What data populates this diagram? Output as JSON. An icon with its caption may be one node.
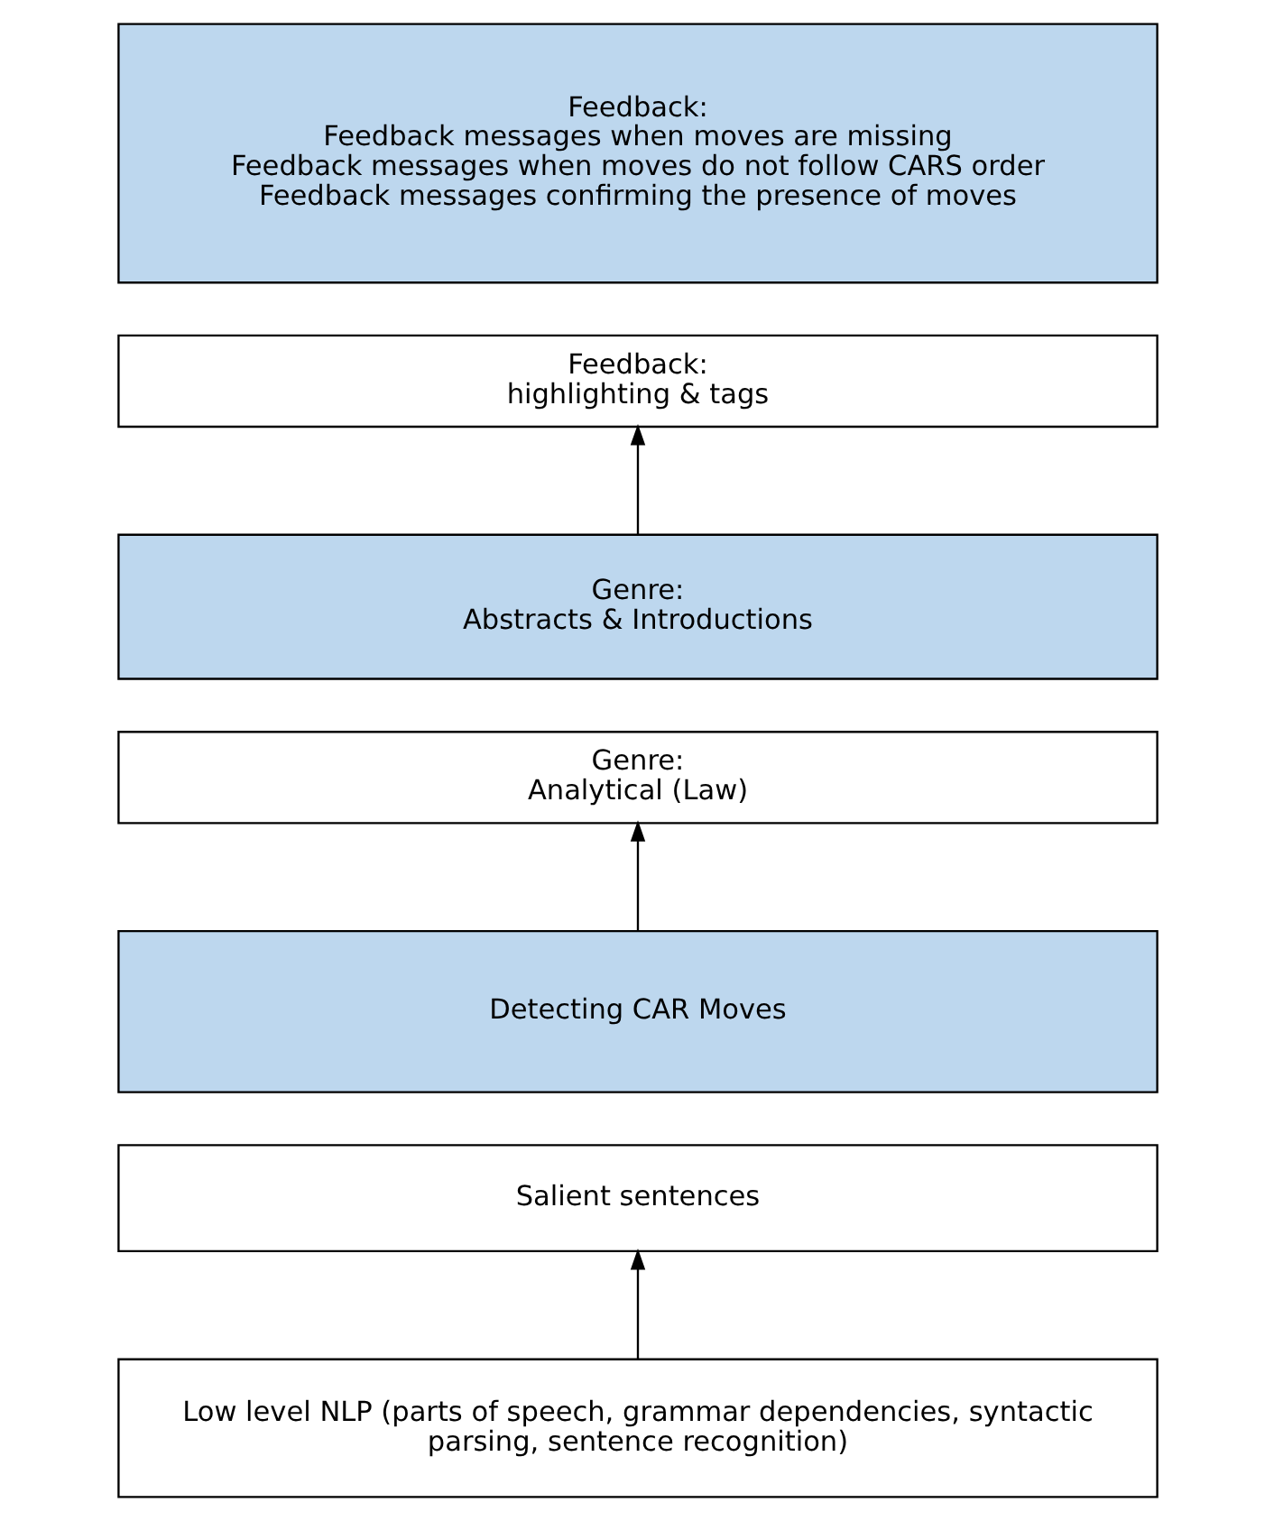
{
  "diagram": {
    "nodes": [
      {
        "text": [
          "Feedback:",
          "Feedback messages when moves are missing",
          "Feedback messages when moves do not follow CARS order",
          "Feedback messages confirming the presence of moves"
        ]
      },
      {
        "text": [
          "Feedback:",
          "highlighting & tags"
        ]
      },
      {
        "text": [
          "Genre:",
          "Abstracts & Introductions"
        ]
      },
      {
        "text": [
          "Genre:",
          "Analytical (Law)"
        ]
      },
      {
        "text": [
          "Detecting CAR Moves"
        ]
      },
      {
        "text": [
          "Salient sentences"
        ]
      },
      {
        "text": [
          "Low level NLP (parts of speech, grammar dependencies, syntactic parsing, sentence recognition)"
        ]
      }
    ],
    "edges": [
      {
        "from": 2,
        "to": 1,
        "arrow": "to"
      },
      {
        "from": 4,
        "to": 3,
        "arrow": "to"
      },
      {
        "from": 6,
        "to": 5,
        "arrow": "to"
      }
    ]
  }
}
